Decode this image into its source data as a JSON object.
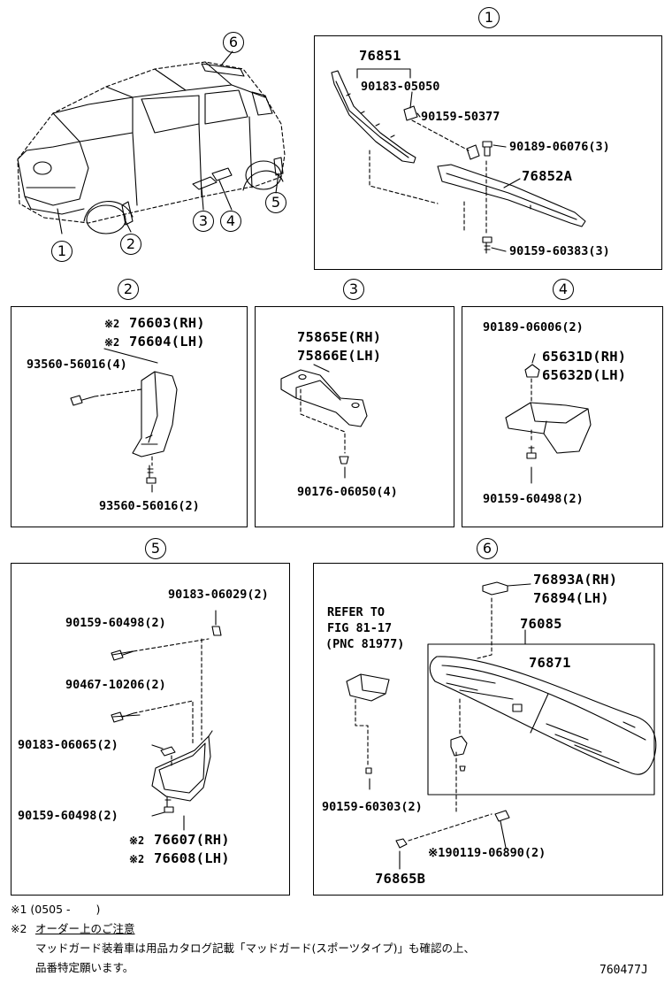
{
  "sections": [
    {
      "num": "1"
    },
    {
      "num": "2"
    },
    {
      "num": "3"
    },
    {
      "num": "4"
    },
    {
      "num": "5"
    },
    {
      "num": "6"
    }
  ],
  "overview": {
    "callouts": [
      "6",
      "1",
      "2",
      "3",
      "4",
      "5"
    ]
  },
  "s1": {
    "p76851": "76851",
    "p90183_05050": "90183-05050",
    "p90159_50377": "90159-50377",
    "p90189_06076": "90189-06076(3)",
    "p76852A": "76852A",
    "p90159_60383": "90159-60383(3)"
  },
  "s2": {
    "mark1": "※2",
    "p76603": "76603(RH)",
    "mark2": "※2",
    "p76604": "76604(LH)",
    "p93560_a": "93560-56016(4)",
    "p93560_b": "93560-56016(2)"
  },
  "s3": {
    "p75865E": "75865E(RH)",
    "p75866E": "75866E(LH)",
    "p90176": "90176-06050(4)"
  },
  "s4": {
    "p90189_06006": "90189-06006(2)",
    "p65631D": "65631D(RH)",
    "p65632D": "65632D(LH)",
    "p90159_60498": "90159-60498(2)"
  },
  "s5": {
    "p90183_06029": "90183-06029(2)",
    "p90159_60498a": "90159-60498(2)",
    "p90467": "90467-10206(2)",
    "p90183_06065": "90183-06065(2)",
    "p90159_60498b": "90159-60498(2)",
    "mark1": "※2",
    "p76607": "76607(RH)",
    "mark2": "※2",
    "p76608": "76608(LH)"
  },
  "s6": {
    "p76893A": "76893A(RH)",
    "p76894": "76894(LH)",
    "p76085": "76085",
    "p76871": "76871",
    "refer1": "REFER TO",
    "refer2": "FIG 81-17",
    "refer3": "(PNC 81977)",
    "p90159_60303": "90159-60303(2)",
    "p90119": "※190119-06890(2)",
    "p76865B": "76865B"
  },
  "notes": {
    "n1": "※1 (0505 -　　 )",
    "n2_mark": "※2",
    "n2_text": "オーダー上のご注意",
    "n3": "マッドガード装着車は用品カタログ記載「マッドガード(スポーツタイプ)」も確認の上、",
    "n4": "品番特定願います。"
  },
  "diagram_id": "760477J"
}
